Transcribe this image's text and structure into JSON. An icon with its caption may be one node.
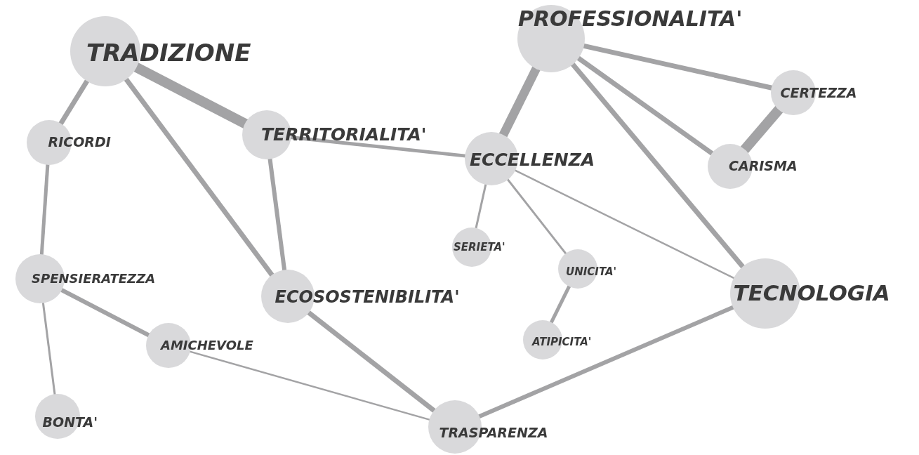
{
  "diagram": {
    "nodes": [
      {
        "text": [
          "TRADIZIONE"
        ]
      },
      {
        "text": [
          "RICORDI"
        ]
      },
      {
        "text": [
          "TERRITORIALITA'"
        ]
      },
      {
        "text": [
          "PROFESSIONALITA'"
        ]
      },
      {
        "text": [
          "CERTEZZA"
        ]
      },
      {
        "text": [
          "ECCELLENZA"
        ]
      },
      {
        "text": [
          "CARISMA"
        ]
      },
      {
        "text": [
          "SPENSIERATEZZA"
        ]
      },
      {
        "text": [
          "SERIETA'"
        ]
      },
      {
        "text": [
          "UNICITA'"
        ]
      },
      {
        "text": [
          "ECOSOSTENIBILITA'"
        ]
      },
      {
        "text": [
          "TECNOLOGIA"
        ]
      },
      {
        "text": [
          "ATIPICITA'"
        ]
      },
      {
        "text": [
          "AMICHEVOLE"
        ]
      },
      {
        "text": [
          "BONTA'"
        ]
      },
      {
        "text": [
          "TRASPARENZA"
        ]
      }
    ],
    "edges": [
      {
        "from": 0,
        "to": 2,
        "arrow": "none",
        "style": "thick"
      },
      {
        "from": 0,
        "to": 1,
        "arrow": "none"
      },
      {
        "from": 0,
        "to": 10,
        "arrow": "none"
      },
      {
        "from": 1,
        "to": 7,
        "arrow": "none"
      },
      {
        "from": 2,
        "to": 10,
        "arrow": "none"
      },
      {
        "from": 2,
        "to": 5,
        "arrow": "none"
      },
      {
        "from": 3,
        "to": 5,
        "arrow": "none",
        "style": "thick"
      },
      {
        "from": 3,
        "to": 4,
        "arrow": "none"
      },
      {
        "from": 3,
        "to": 6,
        "arrow": "none"
      },
      {
        "from": 3,
        "to": 11,
        "arrow": "none"
      },
      {
        "from": 4,
        "to": 6,
        "arrow": "none",
        "style": "thick"
      },
      {
        "from": 5,
        "to": 8,
        "arrow": "none"
      },
      {
        "from": 5,
        "to": 9,
        "arrow": "none"
      },
      {
        "from": 5,
        "to": 11,
        "arrow": "none"
      },
      {
        "from": 9,
        "to": 12,
        "arrow": "none"
      },
      {
        "from": 7,
        "to": 13,
        "arrow": "none"
      },
      {
        "from": 7,
        "to": 14,
        "arrow": "none"
      },
      {
        "from": 13,
        "to": 15,
        "arrow": "none"
      },
      {
        "from": 10,
        "to": 15,
        "arrow": "none"
      },
      {
        "from": 11,
        "to": 15,
        "arrow": "none"
      }
    ]
  }
}
